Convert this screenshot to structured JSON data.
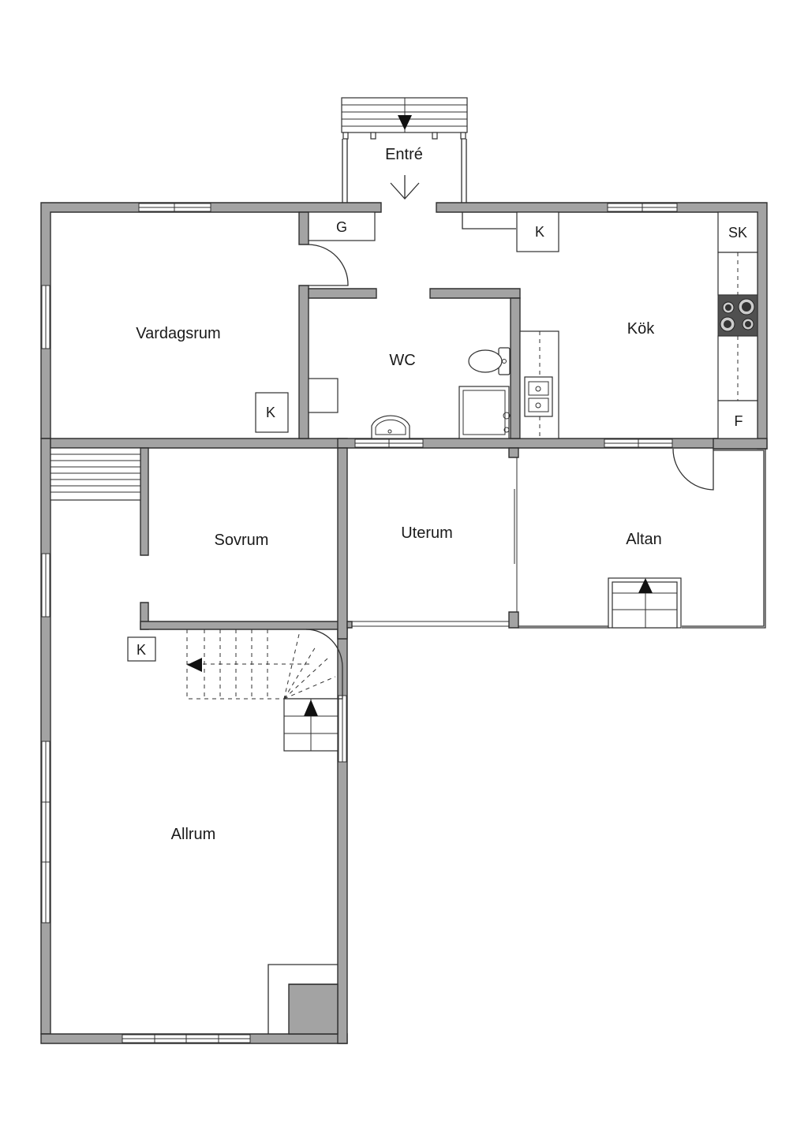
{
  "rooms": {
    "entre": "Entré",
    "vardagsrum": "Vardagsrum",
    "wc": "WC",
    "kok": "Kök",
    "sovrum": "Sovrum",
    "uterum": "Uterum",
    "altan": "Altan",
    "allrum": "Allrum"
  },
  "fixtures": {
    "g": "G",
    "k_hall": "K",
    "k_vardagsrum": "K",
    "k_allrum": "K",
    "sk": "SK",
    "f": "F"
  },
  "colors": {
    "wall_fill": "#a3a3a3",
    "line": "#303030"
  }
}
